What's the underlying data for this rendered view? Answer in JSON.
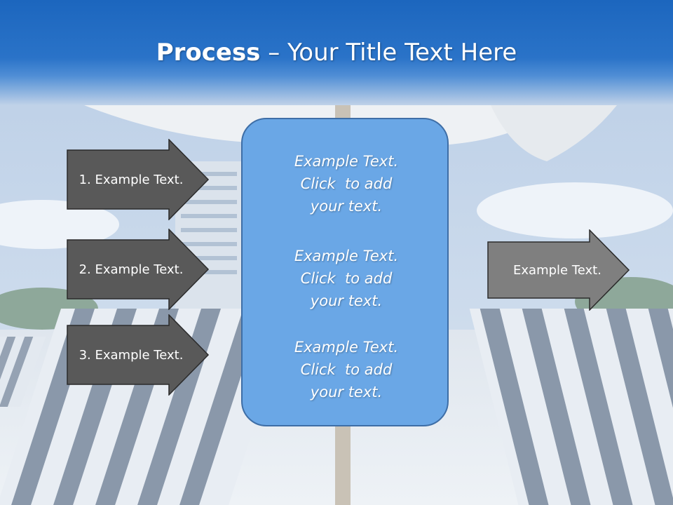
{
  "slide": {
    "title_bold": "Process",
    "title_rest": " – Your Title Text Here"
  },
  "left_steps": [
    {
      "label": "1. Example Text."
    },
    {
      "label": "2. Example Text."
    },
    {
      "label": "3. Example Text."
    }
  ],
  "center_blocks": [
    {
      "line1": "Example Text.",
      "line2": "Click  to add",
      "line3": "your text."
    },
    {
      "line1": "Example Text.",
      "line2": "Click  to add",
      "line3": "your text."
    },
    {
      "line1": "Example Text.",
      "line2": "Click  to add",
      "line3": "your text."
    }
  ],
  "right_output": {
    "label": "Example Text."
  },
  "colors": {
    "title_band": "#1c66be",
    "left_arrow_fill": "#595959",
    "right_arrow_fill": "#7f7f7f",
    "center_box_fill": "#6aa7e6",
    "center_box_border": "#3e6ea6"
  }
}
